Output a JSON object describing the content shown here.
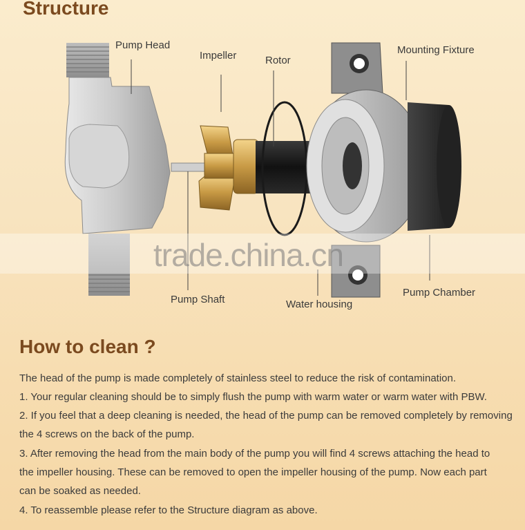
{
  "structure_title": "Structure",
  "labels": {
    "pump_head": "Pump Head",
    "impeller": "Impeller",
    "rotor": "Rotor",
    "mounting_fixture": "Mounting Fixture",
    "pump_shaft": "Pump Shaft",
    "water_housing": "Water housing",
    "pump_chamber": "Pump Chamber"
  },
  "watermark": "trade.china.cn",
  "clean_title": "How to clean ?",
  "paragraphs": [
    "The head of the pump is made completely of stainless steel to reduce the risk of contamination.",
    "1. Your regular cleaning should be to simply flush the pump with warm water or warm water with PBW.",
    "2. If you feel that a deep cleaning is needed, the head of the pump can be removed completely by removing the 4 screws on the back of the pump.",
    "3. After removing the head from the main body of the pump you will find 4 screws attaching the head to the impeller housing. These can be removed to open the impeller housing of the pump. Now each part can be soaked as needed.",
    "4. To reassemble please refer to the Structure diagram as above."
  ],
  "colors": {
    "heading": "#7b4a1f",
    "background": "#f8e4c0",
    "text": "#3b3b3b"
  }
}
